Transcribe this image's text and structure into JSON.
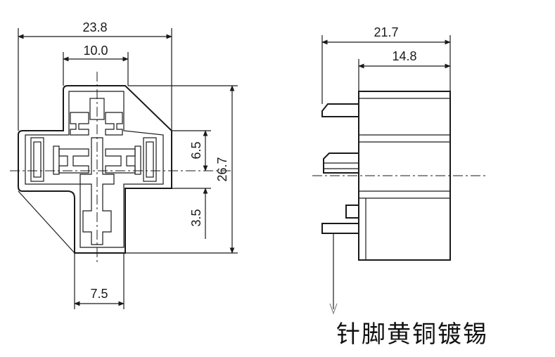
{
  "dimensions": {
    "overall_width": "23.8",
    "inner_width": "10.0",
    "right_pin_spacing": "6.5",
    "overall_height": "26.7",
    "bottom_pin_offset": "3.5",
    "bottom_width": "7.5",
    "side_width": "21.7",
    "side_body_width": "14.8"
  },
  "note": "针脚黄铜镀锡"
}
